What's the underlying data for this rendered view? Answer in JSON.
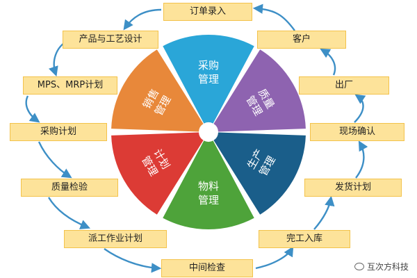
{
  "wheel": {
    "segments": [
      {
        "label_lines": [
          "采购",
          "管理"
        ],
        "color": "#2aa6d8"
      },
      {
        "label_lines": [
          "质量",
          "管理"
        ],
        "color": "#8e63b0"
      },
      {
        "label_lines": [
          "生产",
          "管理"
        ],
        "color": "#1a5e8a"
      },
      {
        "label_lines": [
          "物料",
          "管理"
        ],
        "color": "#4ea33a"
      },
      {
        "label_lines": [
          "计划",
          "管理"
        ],
        "color": "#dc3b35"
      },
      {
        "label_lines": [
          "销售",
          "管理"
        ],
        "color": "#e8883a"
      }
    ]
  },
  "left_column": [
    {
      "label": "产品与工艺设计"
    },
    {
      "label": "MPS、MRP计划"
    },
    {
      "label": "采购计划"
    },
    {
      "label": "质量检验"
    },
    {
      "label": "派工作业计划"
    }
  ],
  "top_box": {
    "label": "订单录入"
  },
  "bottom_box": {
    "label": "中间检查"
  },
  "right_column": [
    {
      "label": "客户"
    },
    {
      "label": "出厂"
    },
    {
      "label": "现场确认"
    },
    {
      "label": "发货计划"
    },
    {
      "label": "完工入库"
    }
  ],
  "watermark": {
    "text": "互次方科技"
  },
  "colors": {
    "box_fill": "#fde39a",
    "box_border": "#f3c24a",
    "arrow": "#3d8fc6"
  }
}
